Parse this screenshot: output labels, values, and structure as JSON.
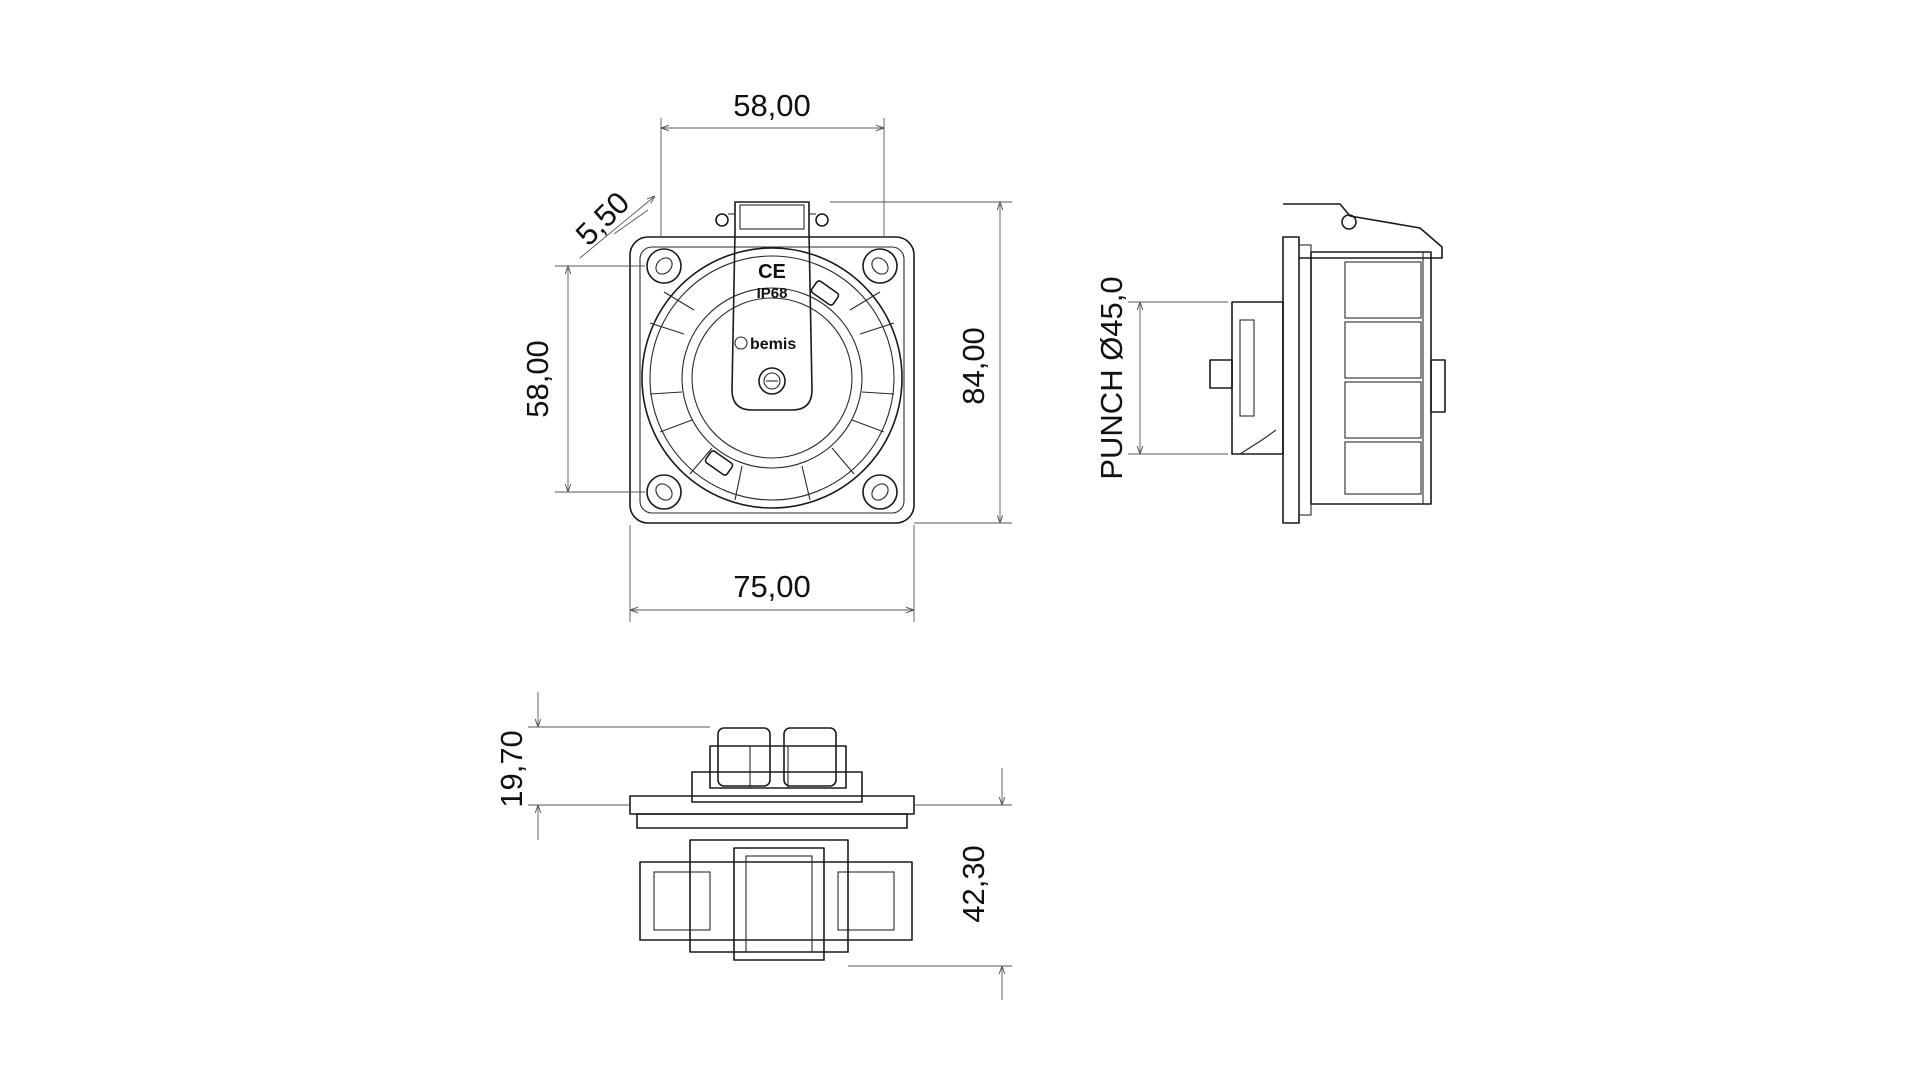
{
  "dimensions": {
    "top_width": "58,00",
    "corner_offset": "5,50",
    "hole_spacing_vertical": "58,00",
    "overall_height": "84,00",
    "overall_width": "75,00",
    "punch": "PUNCH Ø45,0",
    "front_protrusion": "19,70",
    "rear_depth": "42,30"
  },
  "markings": {
    "ce": "CE",
    "ip": "IP68",
    "brand": "bemis"
  }
}
